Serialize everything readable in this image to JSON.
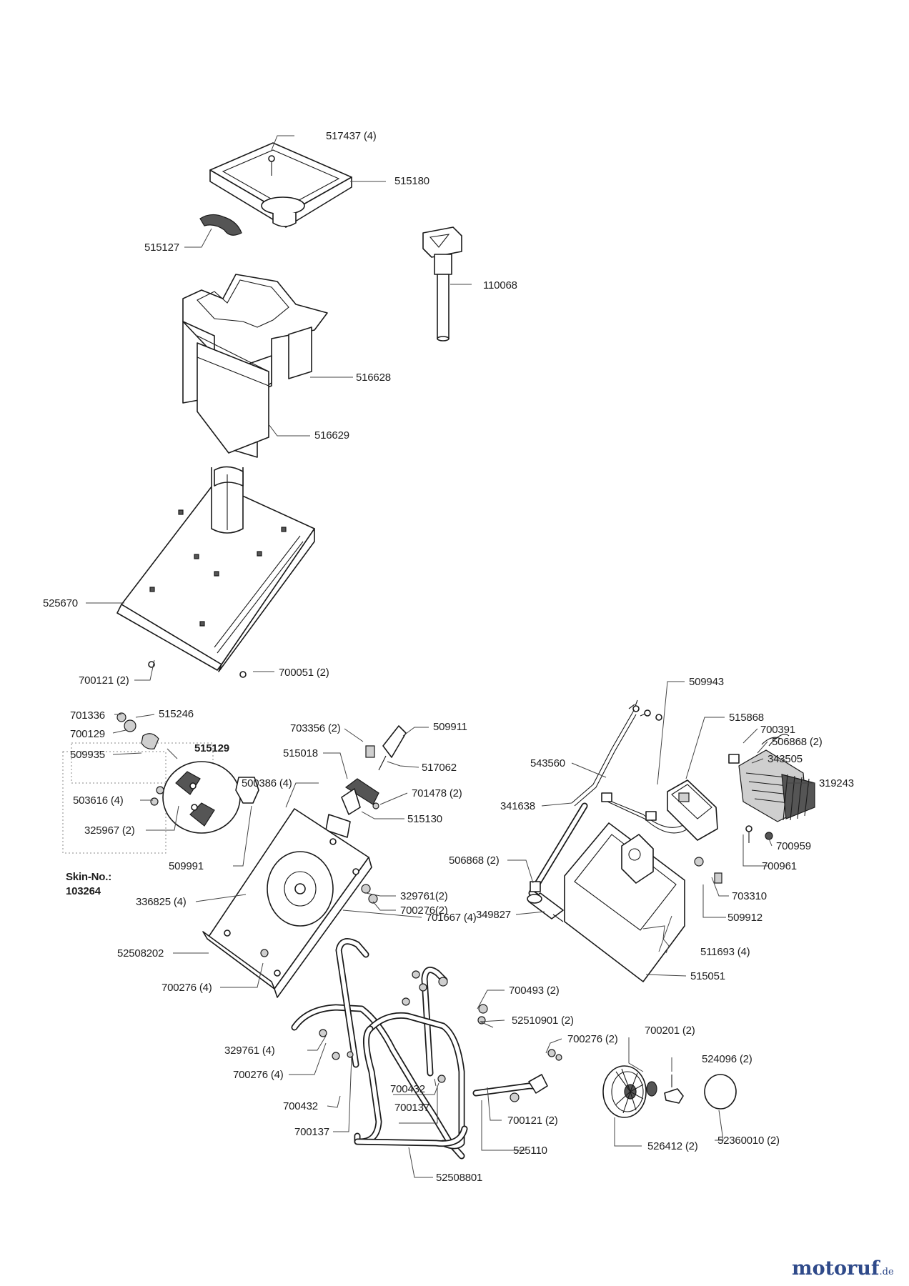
{
  "brand": {
    "name": "motoruf",
    "tld": ".de"
  },
  "skin": {
    "label_line1": "Skin-No.:",
    "label_line2": "103264"
  },
  "labels": {
    "p517437": "517437 (4)",
    "p515180": "515180",
    "p515127": "515127",
    "p110068": "110068",
    "p516628": "516628",
    "p516629": "516629",
    "p525670": "525670",
    "p700121a": "700121 (2)",
    "p700051": "700051 (2)",
    "p509943": "509943",
    "p701336": "701336",
    "p515246": "515246",
    "p700129": "700129",
    "p509935": "509935",
    "p515129": "515129",
    "p503616": "503616 (4)",
    "p325967": "325967 (2)",
    "p703356": "703356 (2)",
    "p509911": "509911",
    "p515018": "515018",
    "p517062": "517062",
    "p500386": "500386 (4)",
    "p701478": "701478 (2)",
    "p515130": "515130",
    "p509991": "509991",
    "p515868": "515868",
    "p700391": "700391",
    "p506868a": "506868 (2)",
    "p343505": "343505",
    "p319243": "319243",
    "p543560": "543560",
    "p341638": "341638",
    "p700959": "700959",
    "p700961": "700961",
    "p506868b": "506868 (2)",
    "p329761a": "329761(2)",
    "p700276a": "700276(2)",
    "p336825": "336825 (4)",
    "p701667": "701667 (4)",
    "p349827": "349827",
    "p703310": "703310",
    "p509912": "509912",
    "p52508202": "52508202",
    "p511693": "511693 (4)",
    "p515051": "515051",
    "p700276b": "700276 (4)",
    "p700493": "700493 (2)",
    "p52510901": "52510901 (2)",
    "p700201": "700201 (2)",
    "p700276c": "700276 (2)",
    "p524096": "524096 (2)",
    "p329761b": "329761 (4)",
    "p700276d": "700276 (4)",
    "p700432a": "700432",
    "p700432b": "700432",
    "p700137a": "700137",
    "p700137b": "700137",
    "p700121b": "700121 (2)",
    "p525110": "525110",
    "p526412": "526412 (2)",
    "p52360010": "52360010 (2)",
    "p52508801": "52508801"
  }
}
